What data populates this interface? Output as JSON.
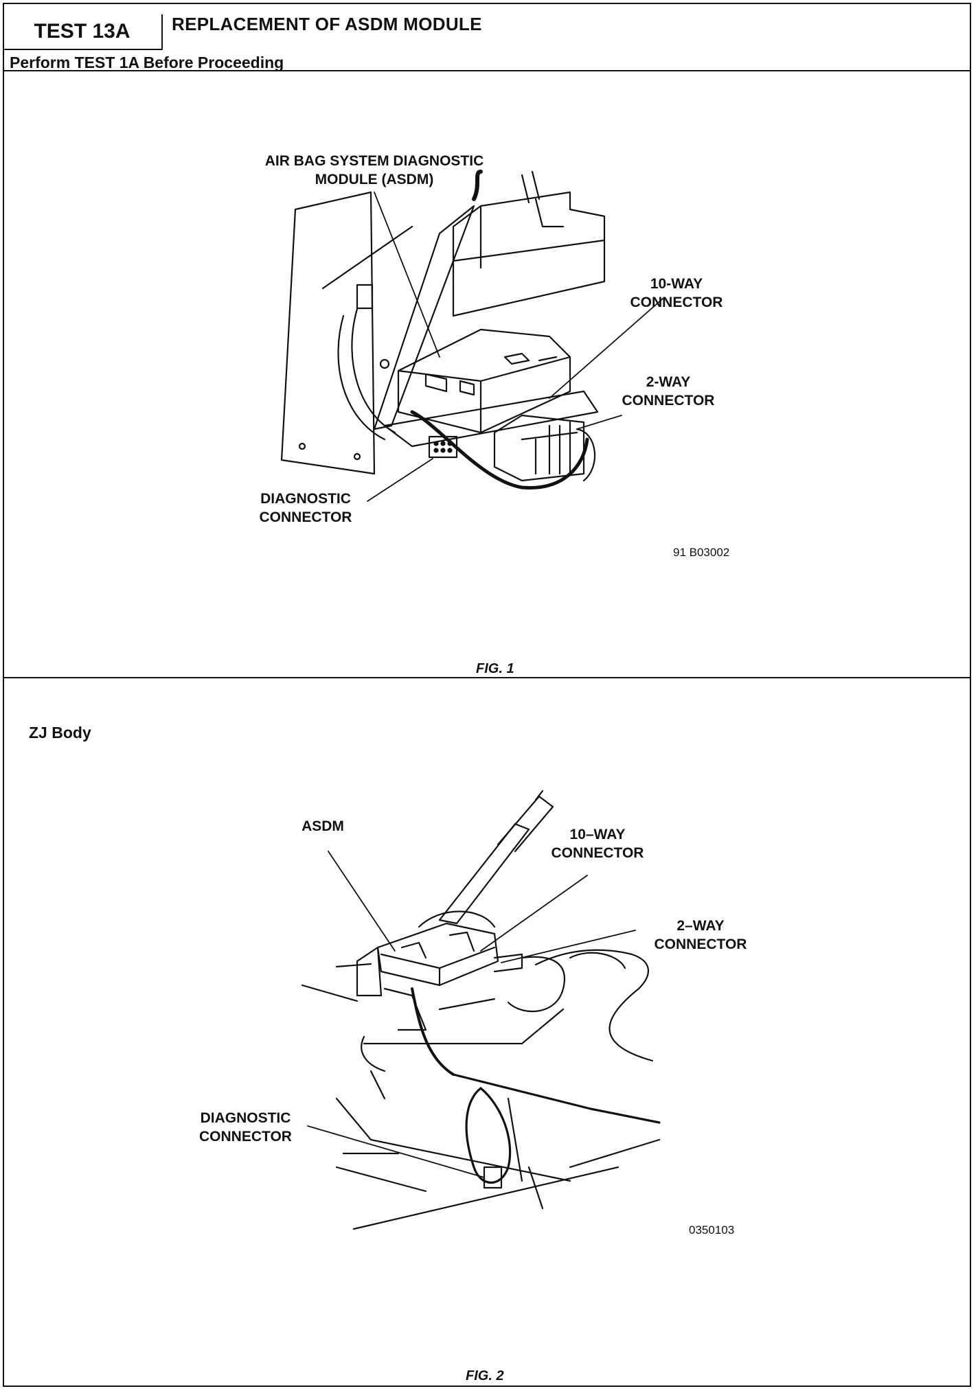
{
  "header": {
    "test_id": "TEST 13A",
    "title": "REPLACEMENT OF ASDM MODULE",
    "prerequisite": "Perform TEST 1A Before Proceeding"
  },
  "figure1": {
    "labels": {
      "asdm_line1": "AIR BAG SYSTEM DIAGNOSTIC",
      "asdm_line2": "MODULE (ASDM)",
      "tenway_line1": "10-WAY",
      "tenway_line2": "CONNECTOR",
      "twoway_line1": "2-WAY",
      "twoway_line2": "CONNECTOR",
      "diag_line1": "DIAGNOSTIC",
      "diag_line2": "CONNECTOR"
    },
    "code": "91 B03002",
    "caption": "FIG. 1"
  },
  "figure2": {
    "section_label": "ZJ Body",
    "labels": {
      "asdm": "ASDM",
      "tenway_line1": "10–WAY",
      "tenway_line2": "CONNECTOR",
      "twoway_line1": "2–WAY",
      "twoway_line2": "CONNECTOR",
      "diag_line1": "DIAGNOSTIC",
      "diag_line2": "CONNECTOR"
    },
    "code": "0350103",
    "caption": "FIG. 2"
  }
}
